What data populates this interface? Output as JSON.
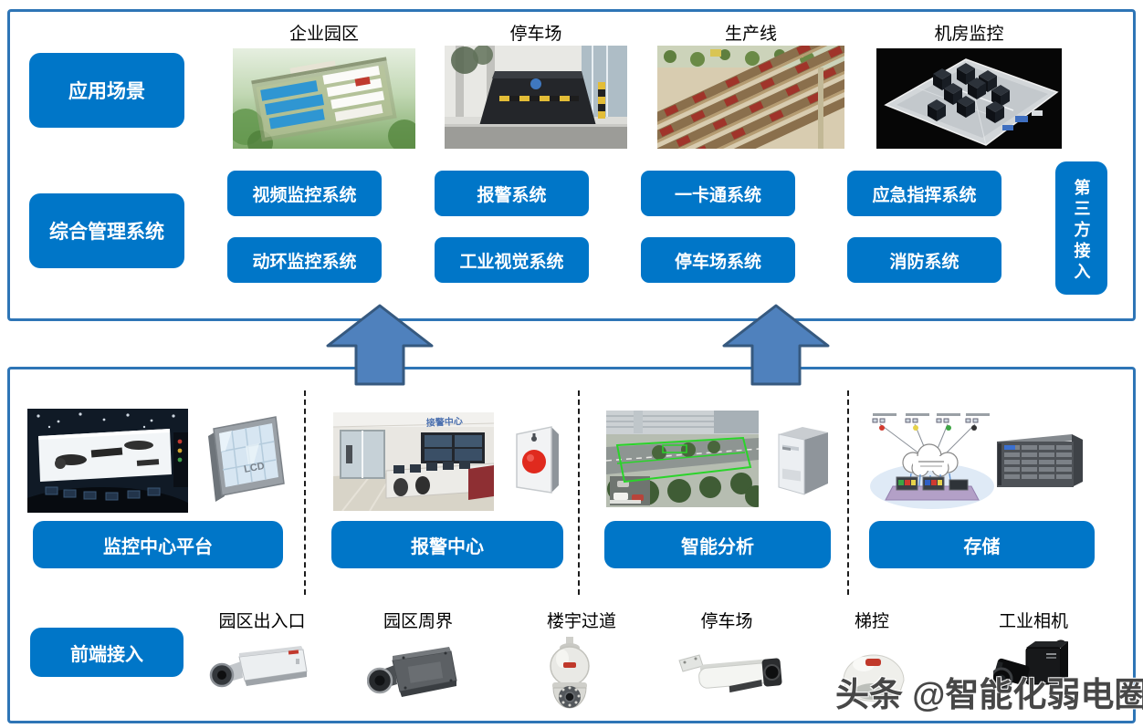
{
  "colors": {
    "accent": "#0076c8",
    "arrow_fill": "#4f81bd",
    "arrow_stroke": "#36597f",
    "box_border": "#2e75b6",
    "watermark": "#474747"
  },
  "top": {
    "app_label": "应用场景",
    "mgmt_label": "综合管理系统",
    "scenes": [
      {
        "label": "企业园区"
      },
      {
        "label": "停车场"
      },
      {
        "label": "生产线"
      },
      {
        "label": "机房监控"
      }
    ],
    "systems_row1": [
      "视频监控系统",
      "报警系统",
      "一卡通系统",
      "应急指挥系统"
    ],
    "systems_row2": [
      "动环监控系统",
      "工业视觉系统",
      "停车场系统",
      "消防系统"
    ],
    "third_party_label": "第三方接入"
  },
  "bottom": {
    "bars": [
      "监控中心平台",
      "报警中心",
      "智能分析",
      "存储"
    ],
    "frontend_label": "前端接入",
    "devices": [
      "园区出入口",
      "园区周界",
      "楼宇过道",
      "停车场",
      "梯控",
      "工业相机"
    ],
    "lcd_text": "LCD",
    "alarm_sign": "接警中心"
  },
  "watermark": "头条 @智能化弱电圈"
}
